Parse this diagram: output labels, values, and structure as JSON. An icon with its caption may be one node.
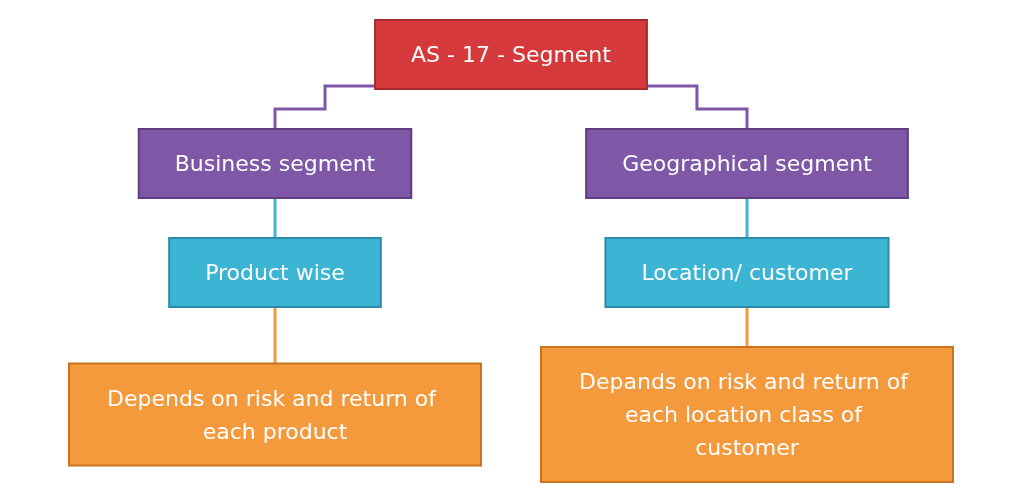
{
  "diagram": {
    "nodes": [
      {
        "text": [
          "AS - 17 - Segment"
        ]
      },
      {
        "text": [
          "Business segment"
        ]
      },
      {
        "text": [
          "Geographical segment"
        ]
      },
      {
        "text": [
          "Product wise"
        ]
      },
      {
        "text": [
          "Location/ customer"
        ]
      },
      {
        "text": [
          "Depends on risk and return of each product"
        ]
      },
      {
        "text": [
          "Depands on risk and return of each location class of customer"
        ]
      }
    ],
    "edges": [
      {
        "from": 0,
        "to": 1,
        "arrow": "none",
        "color": "#7e57a6"
      },
      {
        "from": 0,
        "to": 2,
        "arrow": "none",
        "color": "#7e57a6"
      },
      {
        "from": 1,
        "to": 3,
        "arrow": "none",
        "color": "#3cb4d4"
      },
      {
        "from": 2,
        "to": 4,
        "arrow": "none",
        "color": "#3cb4d4"
      },
      {
        "from": 3,
        "to": 5,
        "arrow": "none",
        "color": "#f59a3c"
      },
      {
        "from": 4,
        "to": 6,
        "arrow": "none",
        "color": "#f59a3c"
      }
    ]
  }
}
